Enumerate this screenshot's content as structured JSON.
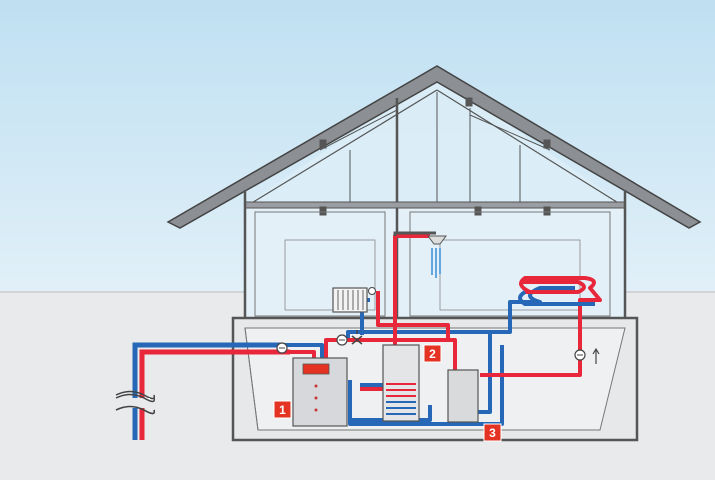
{
  "diagram": {
    "labels": [
      {
        "number": "1",
        "component": "heat-pump"
      },
      {
        "number": "2",
        "component": "hot-water-storage-tank"
      },
      {
        "number": "3",
        "component": "buffer-tank"
      }
    ],
    "colors": {
      "sky_top": "#bfe0f2",
      "sky_bottom": "#ddeef8",
      "ground": "#e9eaec",
      "ground_line": "#cfd0d3",
      "house_line": "#555555",
      "glass": "#dbeef8",
      "pipe_hot": "#e8273a",
      "pipe_cold": "#2667b8",
      "label_bg": "#e53323",
      "label_fg": "#ffffff",
      "unit_body": "#d6d8db",
      "unit_display": "#e53323",
      "shower_water": "#3a8fd6"
    },
    "icons": [
      "circulation-pump-icon",
      "mixing-valve-icon",
      "radiator-icon",
      "shower-head-icon",
      "borehole-probe-icon"
    ]
  }
}
